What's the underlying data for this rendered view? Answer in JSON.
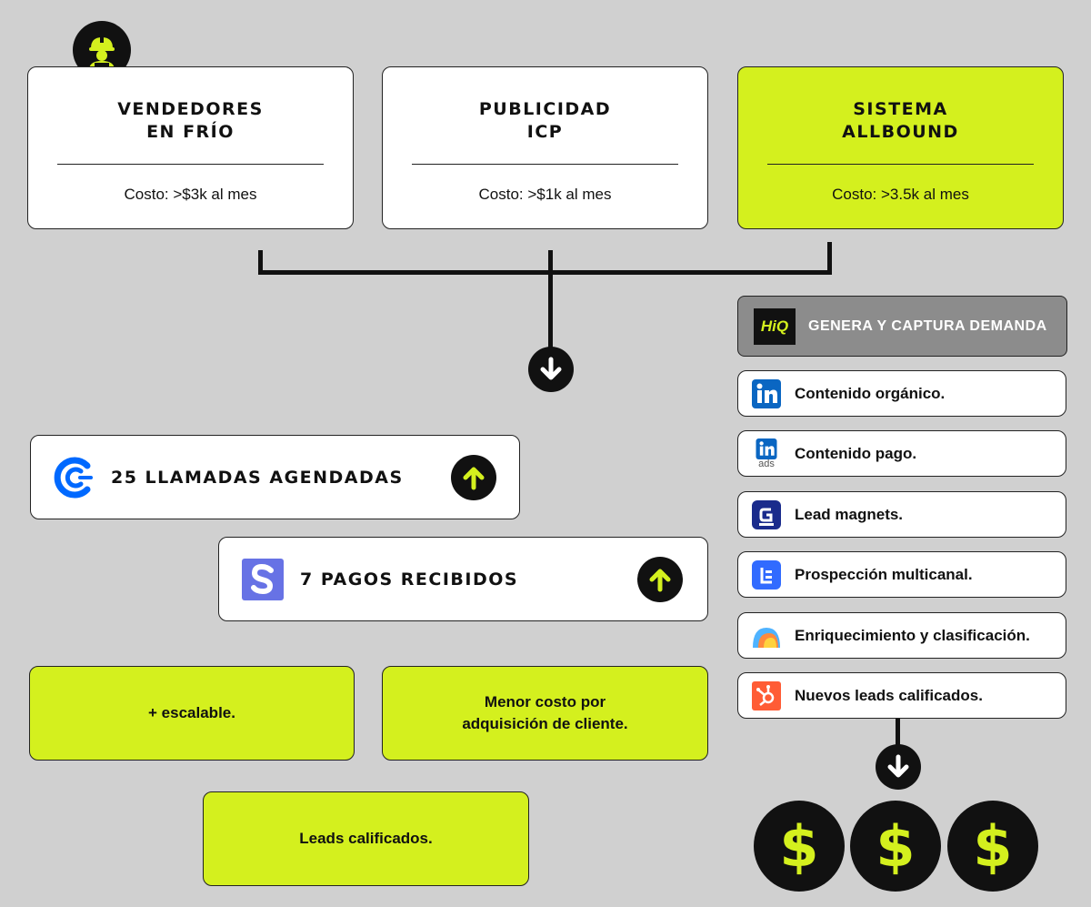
{
  "top_cards": [
    {
      "title_line1": "VENDEDORES",
      "title_line2": "EN FRÍO",
      "cost": "Costo: >$3k al mes"
    },
    {
      "title_line1": "PUBLICIDAD",
      "title_line2": "ICP",
      "cost": "Costo: >$1k al mes"
    },
    {
      "title_line1": "SISTEMA",
      "title_line2": "ALLBOUND",
      "cost": "Costo: >3.5k al mes"
    }
  ],
  "results": [
    {
      "label": "25 LLAMADAS AGENDADAS",
      "icon": "calendly-icon"
    },
    {
      "label": "7 PAGOS RECIBIDOS",
      "icon": "stripe-icon"
    }
  ],
  "benefits": [
    "+ escalable.",
    "Menor costo por adquisición de cliente.",
    "Leads calificados."
  ],
  "benefit_lines": {
    "b2_line1": "Menor costo por",
    "b2_line2": "adquisición de cliente."
  },
  "hiq": {
    "logo_text": "HiQ",
    "header": "GENERA Y CAPTURA DEMANDA"
  },
  "steps": [
    {
      "label": "Contenido orgánico.",
      "icon": "linkedin-icon"
    },
    {
      "label": "Contenido pago.",
      "icon": "linkedin-ads-icon",
      "icon_caption": "ads"
    },
    {
      "label": "Lead magnets.",
      "icon": "lead-magnet-app-icon"
    },
    {
      "label": "Prospección multicanal.",
      "icon": "lemlist-icon"
    },
    {
      "label": "Enriquecimiento y clasificación.",
      "icon": "clay-icon"
    },
    {
      "label": "Nuevos leads calificados.",
      "icon": "hubspot-icon"
    }
  ],
  "dollar_symbol": "$",
  "colors": {
    "accent": "#d4f01e",
    "dark": "#111111",
    "background": "#d0d0d0",
    "hiq_header": "#8c8c8c"
  }
}
